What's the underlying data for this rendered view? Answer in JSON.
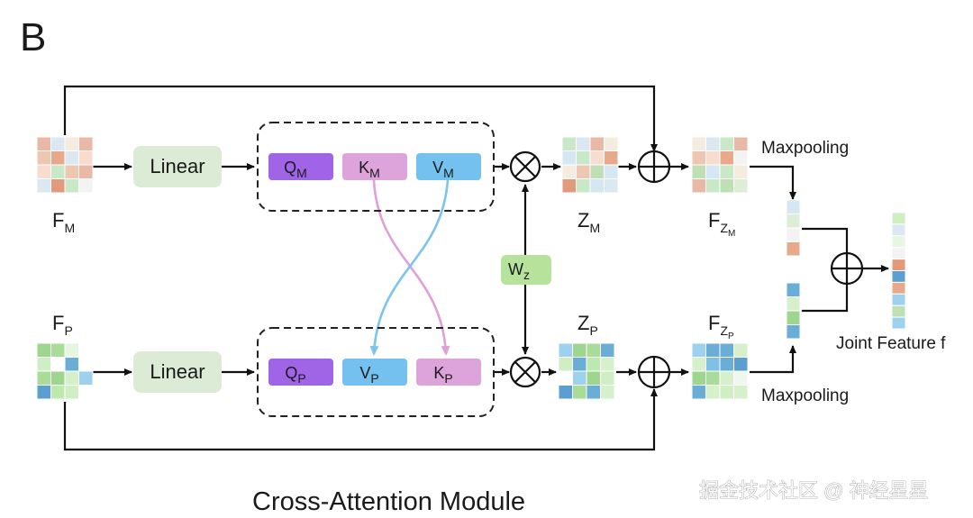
{
  "panel_letter": "B",
  "caption": "Cross-Attention Module",
  "watermark": "掘金技术社区 @ 神经星星",
  "colors": {
    "purple_q": "#a064e6",
    "pink_k": "#dca4da",
    "blue_v": "#74c0ee",
    "linear_box": "#dcebd6",
    "wz_box": "#b6e29c",
    "pink_arrow": "#e0a0d8",
    "blue_arrow": "#7cc4ec",
    "line": "#111111"
  },
  "inputs": {
    "fm": {
      "main": "F",
      "sub": "M"
    },
    "fp": {
      "main": "F",
      "sub": "P"
    }
  },
  "linear_top": "Linear",
  "linear_bottom": "Linear",
  "qkv_top": [
    {
      "main": "Q",
      "sub": "M",
      "kind": "q"
    },
    {
      "main": "K",
      "sub": "M",
      "kind": "k"
    },
    {
      "main": "V",
      "sub": "M",
      "kind": "v"
    }
  ],
  "qkv_bottom": [
    {
      "main": "Q",
      "sub": "P",
      "kind": "q"
    },
    {
      "main": "V",
      "sub": "P",
      "kind": "v"
    },
    {
      "main": "K",
      "sub": "P",
      "kind": "k"
    }
  ],
  "weight": {
    "main": "W",
    "sub": "z"
  },
  "z_labels": {
    "zm": {
      "main": "Z",
      "sub": "M"
    },
    "zp": {
      "main": "Z",
      "sub": "P"
    }
  },
  "fz_labels": {
    "fzm": {
      "main": "F",
      "sub": "Z",
      "subsub": "M"
    },
    "fzp": {
      "main": "F",
      "sub": "Z",
      "subsub": "P"
    }
  },
  "maxpool_top": "Maxpooling",
  "maxpool_bottom": "Maxpooling",
  "joint_feature": "Joint Feature f",
  "palette": {
    "m": [
      "#eec7b2",
      "#dbe8f2",
      "#f4ecdf",
      "#e8b9a6",
      "#c9e8c8",
      "#f7dccf",
      "#e8a98b",
      "#d6e7f4",
      "#bfe0b4",
      "#f3f3f3",
      "#dcefd6",
      "#e39a7a"
    ],
    "p": [
      "#9fd68f",
      "#cfeec4",
      "#6aaed8",
      "#e7f6e2",
      "#9dd1ee",
      "#bde8ae",
      "#ffffff",
      "#5a9fd0",
      "#a8dc98",
      "#d6f0cc",
      "#7ec0e6",
      "#f0f8ee"
    ]
  },
  "grids": {
    "fm": [
      [
        3,
        1,
        2,
        3
      ],
      [
        0,
        6,
        1,
        5
      ],
      [
        5,
        4,
        0,
        3
      ],
      [
        1,
        11,
        4,
        9
      ]
    ],
    "fp": [
      [
        0,
        8,
        3,
        6
      ],
      [
        1,
        6,
        2,
        6
      ],
      [
        8,
        0,
        9,
        4
      ],
      [
        7,
        5,
        1,
        6
      ]
    ],
    "zm": [
      [
        4,
        1,
        3,
        2
      ],
      [
        7,
        4,
        5,
        6
      ],
      [
        2,
        0,
        8,
        7
      ],
      [
        11,
        4,
        7,
        1
      ]
    ],
    "zp": [
      [
        4,
        0,
        8,
        2
      ],
      [
        1,
        2,
        5,
        9
      ],
      [
        6,
        4,
        0,
        1
      ],
      [
        7,
        8,
        2,
        9
      ]
    ],
    "fzm": [
      [
        2,
        1,
        4,
        3
      ],
      [
        0,
        5,
        6,
        9
      ],
      [
        8,
        7,
        4,
        2
      ],
      [
        3,
        4,
        8,
        10
      ]
    ],
    "fzp": [
      [
        4,
        2,
        2,
        9
      ],
      [
        9,
        10,
        2,
        7
      ],
      [
        0,
        8,
        9,
        11
      ],
      [
        2,
        9,
        1,
        9
      ]
    ]
  },
  "vectors": {
    "pooled_m": [
      7,
      10,
      9,
      6
    ],
    "pooled_p": [
      2,
      9,
      0,
      2
    ],
    "joint": [
      4,
      1,
      9,
      3,
      6,
      2,
      3,
      9,
      10,
      2
    ]
  }
}
